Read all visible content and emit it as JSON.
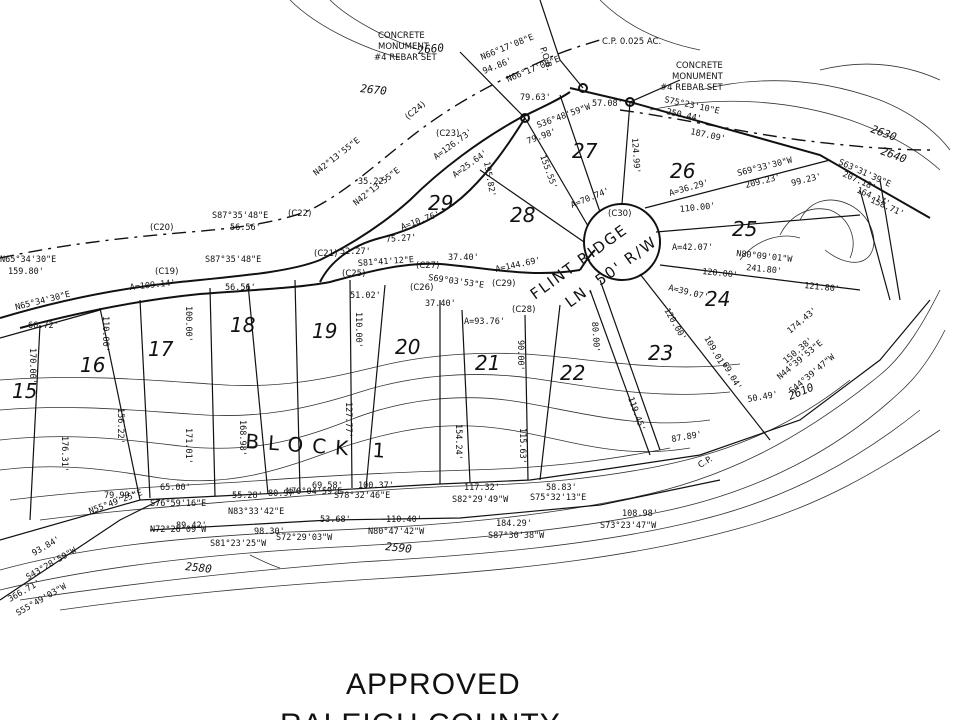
{
  "lots": [
    {
      "id": "15",
      "label": "15"
    },
    {
      "id": "16",
      "label": "16"
    },
    {
      "id": "17",
      "label": "17"
    },
    {
      "id": "18",
      "label": "18"
    },
    {
      "id": "19",
      "label": "19"
    },
    {
      "id": "20",
      "label": "20"
    },
    {
      "id": "21",
      "label": "21"
    },
    {
      "id": "22",
      "label": "22"
    },
    {
      "id": "23",
      "label": "23"
    },
    {
      "id": "24",
      "label": "24"
    },
    {
      "id": "25",
      "label": "25"
    },
    {
      "id": "26",
      "label": "26"
    },
    {
      "id": "27",
      "label": "27"
    },
    {
      "id": "28",
      "label": "28"
    },
    {
      "id": "29",
      "label": "29"
    }
  ],
  "block_label": "BLOCK 1",
  "street": {
    "name": "FLINT RIDGE",
    "width": "LN. 50' R/W"
  },
  "annotations": {
    "pob": "P.O.B.",
    "monument_left": [
      "CONCRETE",
      "MONUMENT",
      "#4 REBAR SET"
    ],
    "monument_right": [
      "CONCRETE",
      "MONUMENT",
      "#4 REBAR SET"
    ],
    "cp_area": "C.P. 0.025 AC.",
    "cp": "C.P."
  },
  "contours": [
    {
      "id": "c2580",
      "label": "2580"
    },
    {
      "id": "c2590",
      "label": "2590"
    },
    {
      "id": "c2610",
      "label": "2610"
    },
    {
      "id": "c2630",
      "label": "2630"
    },
    {
      "id": "c2640",
      "label": "2640"
    },
    {
      "id": "c2660",
      "label": "2660"
    },
    {
      "id": "c2670",
      "label": "2670"
    }
  ],
  "curves": [
    "(C19)",
    "(C20)",
    "(C21)",
    "(C22)",
    "(C23)",
    "(C24)",
    "(C25)",
    "(C26)",
    "(C27)",
    "(C28)",
    "(C29)",
    "(C30)"
  ],
  "bearings": [
    {
      "id": "b01",
      "text": "S87°35'48\"E"
    },
    {
      "id": "b02",
      "text": "56.56'"
    },
    {
      "id": "b03",
      "text": "S87°35'48\"E"
    },
    {
      "id": "b04",
      "text": "56.56'"
    },
    {
      "id": "b05",
      "text": "N65°34'30\"E"
    },
    {
      "id": "b06",
      "text": "159.80'"
    },
    {
      "id": "b07",
      "text": "N65°34'30\"E"
    },
    {
      "id": "b08",
      "text": "N42°13'55\"E"
    },
    {
      "id": "b09",
      "text": "35.22'"
    },
    {
      "id": "b10",
      "text": "N42°13'55\"E"
    },
    {
      "id": "b11",
      "text": "N66°17'08\"E"
    },
    {
      "id": "b12",
      "text": "94.86'"
    },
    {
      "id": "b13",
      "text": "N66°17'08\"E"
    },
    {
      "id": "b14",
      "text": "79.63'"
    },
    {
      "id": "b15",
      "text": "57.08'"
    },
    {
      "id": "b16",
      "text": "S75°23'10\"E"
    },
    {
      "id": "b17",
      "text": "250.44'"
    },
    {
      "id": "b18",
      "text": "187.09'"
    },
    {
      "id": "b19",
      "text": "S63°31'39\"E"
    },
    {
      "id": "b20",
      "text": "207.18'"
    },
    {
      "id": "b21",
      "text": "S69°33'30\"W"
    },
    {
      "id": "b22",
      "text": "209.23'"
    },
    {
      "id": "b23",
      "text": "99.23'"
    },
    {
      "id": "b24",
      "text": "158.71'"
    },
    {
      "id": "b25",
      "text": "164.17'"
    },
    {
      "id": "b26",
      "text": "N80°09'01\"W"
    },
    {
      "id": "b27",
      "text": "241.80'"
    },
    {
      "id": "b28",
      "text": "121.80'"
    },
    {
      "id": "b29",
      "text": "120.00'"
    },
    {
      "id": "b30",
      "text": "110.00'"
    },
    {
      "id": "b31",
      "text": "A=36.29'"
    },
    {
      "id": "b32",
      "text": "A=42.07'"
    },
    {
      "id": "b33",
      "text": "A=39.07'"
    },
    {
      "id": "b34",
      "text": "A=144.69'"
    },
    {
      "id": "b35",
      "text": "A=70.74'"
    },
    {
      "id": "b36",
      "text": "A=93.76'"
    },
    {
      "id": "b37",
      "text": "A=109.14'"
    },
    {
      "id": "b38",
      "text": "A=126.73'"
    },
    {
      "id": "b39",
      "text": "A=25.64'"
    },
    {
      "id": "b40",
      "text": "A=10.76'"
    },
    {
      "id": "b41",
      "text": "75.27'"
    },
    {
      "id": "b42",
      "text": "37.40'"
    },
    {
      "id": "b43",
      "text": "S81°41'12\"E"
    },
    {
      "id": "b44",
      "text": "52.27'"
    },
    {
      "id": "b45",
      "text": "S69°03'53\"E"
    },
    {
      "id": "b46",
      "text": "51.02'"
    },
    {
      "id": "b47",
      "text": "37.40'"
    },
    {
      "id": "b48",
      "text": "S36°48'59\"W"
    },
    {
      "id": "b49",
      "text": "79.98'"
    },
    {
      "id": "b50",
      "text": "155.55'"
    },
    {
      "id": "b51",
      "text": "195.82'"
    },
    {
      "id": "b52",
      "text": "124.99'"
    },
    {
      "id": "b53",
      "text": "66.72'"
    },
    {
      "id": "b54",
      "text": "100.00'"
    },
    {
      "id": "b55",
      "text": "110.00'"
    },
    {
      "id": "b56",
      "text": "110.00'"
    },
    {
      "id": "b57",
      "text": "90.00'"
    },
    {
      "id": "b58",
      "text": "80.00'"
    },
    {
      "id": "b59",
      "text": "120.00'"
    },
    {
      "id": "b60",
      "text": "171.01'"
    },
    {
      "id": "b61",
      "text": "156.22'"
    },
    {
      "id": "b62",
      "text": "170.00'"
    },
    {
      "id": "b63",
      "text": "176.31'"
    },
    {
      "id": "b64",
      "text": "168.98'"
    },
    {
      "id": "b65",
      "text": "127.77'"
    },
    {
      "id": "b66",
      "text": "154.24'"
    },
    {
      "id": "b67",
      "text": "115.63'"
    },
    {
      "id": "b68",
      "text": "119.45'"
    },
    {
      "id": "b69",
      "text": "109.01'"
    },
    {
      "id": "b70",
      "text": "87.89'"
    },
    {
      "id": "b71",
      "text": "174.43'"
    },
    {
      "id": "b72",
      "text": "150.38'"
    },
    {
      "id": "b73",
      "text": "65.00'"
    },
    {
      "id": "b74",
      "text": "79.99'"
    },
    {
      "id": "b75",
      "text": "55.28'"
    },
    {
      "id": "b76",
      "text": "80.97'"
    },
    {
      "id": "b77",
      "text": "69.58'"
    },
    {
      "id": "b78",
      "text": "100.37'"
    },
    {
      "id": "b79",
      "text": "117.32'"
    },
    {
      "id": "b80",
      "text": "58.83'"
    },
    {
      "id": "b81",
      "text": "S76°59'16\"E"
    },
    {
      "id": "b82",
      "text": "N83°33'42\"E"
    },
    {
      "id": "b83",
      "text": "N70°04'59\"E"
    },
    {
      "id": "b84",
      "text": "S78°32'46\"E"
    },
    {
      "id": "b85",
      "text": "S82°29'49\"W"
    },
    {
      "id": "b86",
      "text": "S75°32'13\"E"
    },
    {
      "id": "b87",
      "text": "N55°49'25\"E"
    },
    {
      "id": "b88",
      "text": "N72°26'09\"W"
    },
    {
      "id": "b89",
      "text": "89.42'"
    },
    {
      "id": "b90",
      "text": "98.30'"
    },
    {
      "id": "b91",
      "text": "S81°23'25\"W"
    },
    {
      "id": "b92",
      "text": "53.68'"
    },
    {
      "id": "b93",
      "text": "S72°29'03\"W"
    },
    {
      "id": "b94",
      "text": "110.40'"
    },
    {
      "id": "b95",
      "text": "N80°47'42\"W"
    },
    {
      "id": "b96",
      "text": "184.29'"
    },
    {
      "id": "b97",
      "text": "S87°30'38\"W"
    },
    {
      "id": "b98",
      "text": "108.98'"
    },
    {
      "id": "b99",
      "text": "S73°23'47\"W"
    },
    {
      "id": "b100",
      "text": "93.84'"
    },
    {
      "id": "b101",
      "text": "S43°28'50\"W"
    },
    {
      "id": "b102",
      "text": "366.71'"
    },
    {
      "id": "b103",
      "text": "S55°49'03\"W"
    },
    {
      "id": "b104",
      "text": "N44°39'53\"E"
    },
    {
      "id": "b105",
      "text": "S44°39'47\"W"
    },
    {
      "id": "b106",
      "text": "69.04'"
    },
    {
      "id": "b107",
      "text": "50.49'"
    }
  ],
  "stamp": [
    "APPROVED",
    "RALEIGH COUNTY"
  ]
}
